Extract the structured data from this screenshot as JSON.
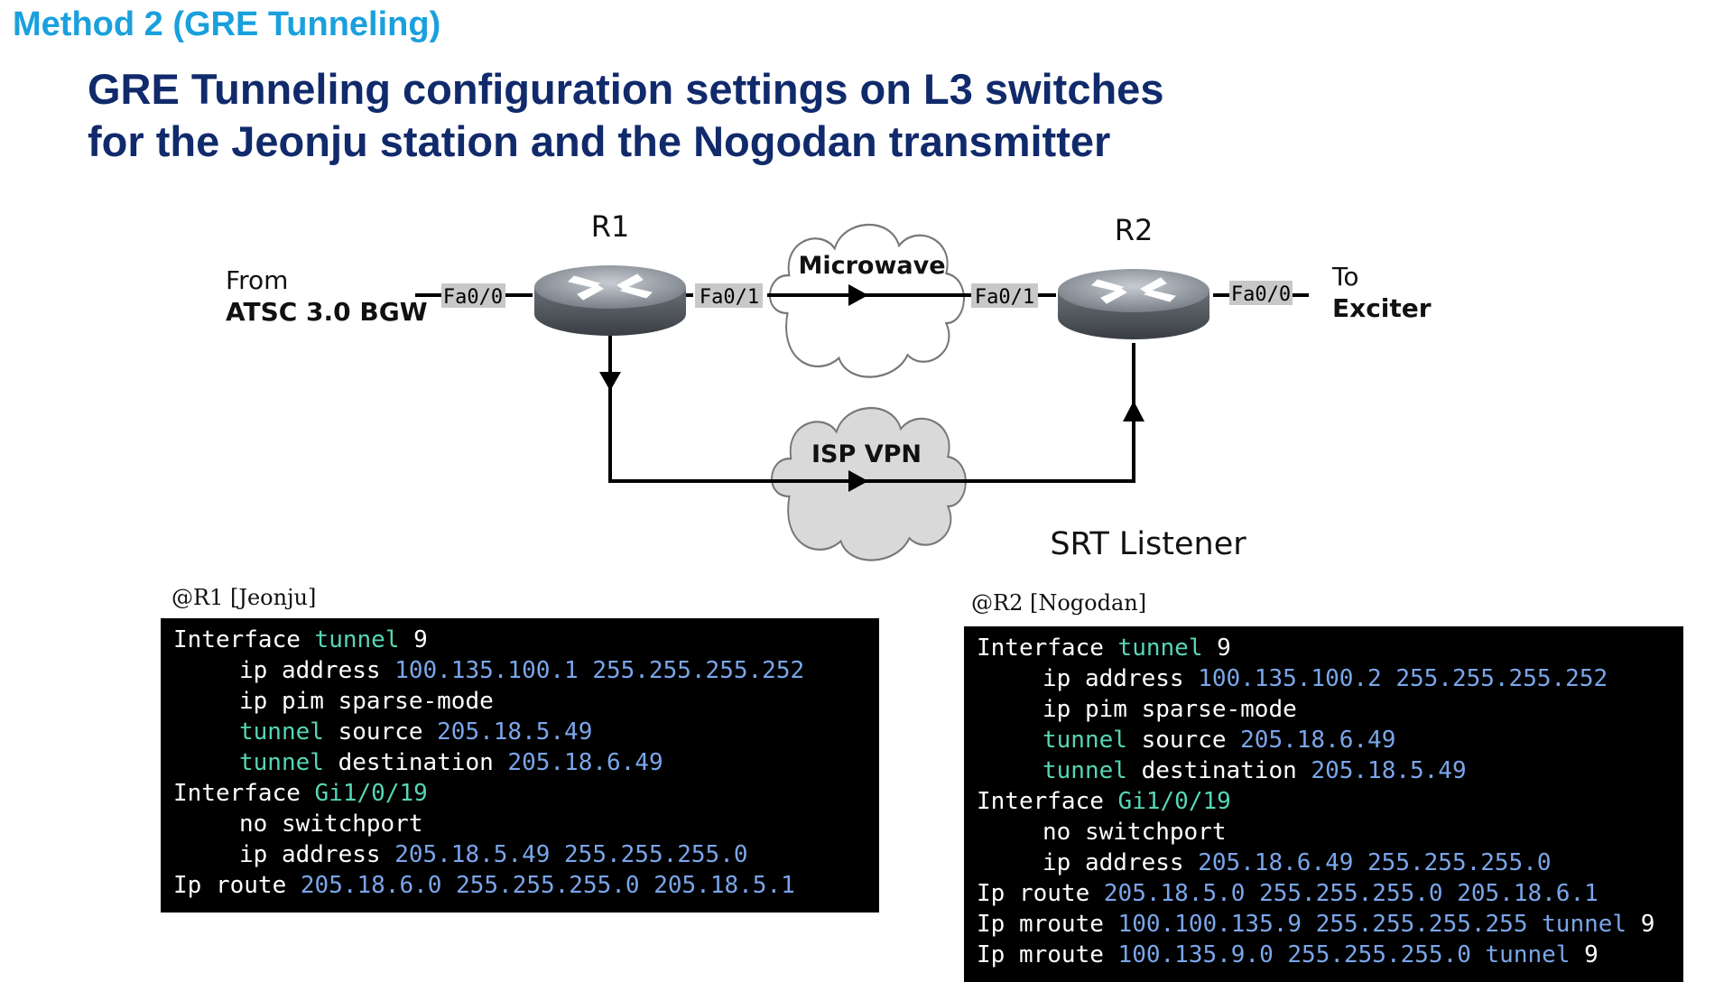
{
  "header": {
    "method": "Method 2 (GRE Tunneling)",
    "title_line1": "GRE Tunneling configuration settings on L3 switches",
    "title_line2": "for the Jeonju station and the Nogodan transmitter"
  },
  "diagram": {
    "from_label_1": "From",
    "from_label_2": "ATSC 3.0 BGW",
    "to_label_1": "To",
    "to_label_2": "Exciter",
    "r1_label": "R1",
    "r2_label": "R2",
    "r1_port_in": "Fa0/0",
    "r1_port_out": "Fa0/1",
    "r2_port_in": "Fa0/1",
    "r2_port_out": "Fa0/0",
    "microwave_label": "Microwave",
    "isp_vpn_label": "ISP VPN",
    "srt_listener_label": "SRT Listener"
  },
  "config_r1": {
    "label": "@R1 [Jeonju]",
    "lines": [
      {
        "indent": false,
        "parts": [
          {
            "t": "Interface ",
            "c": "w"
          },
          {
            "t": "tunnel",
            "c": "k"
          },
          {
            "t": " 9",
            "c": "w"
          }
        ]
      },
      {
        "indent": true,
        "parts": [
          {
            "t": "ip address ",
            "c": "w"
          },
          {
            "t": "100.135.100.1 255.255.255.252",
            "c": "n"
          }
        ]
      },
      {
        "indent": true,
        "parts": [
          {
            "t": "ip pim sparse-mode",
            "c": "w"
          }
        ]
      },
      {
        "indent": true,
        "parts": [
          {
            "t": "tunnel",
            "c": "k"
          },
          {
            "t": " source ",
            "c": "w"
          },
          {
            "t": "205.18.5.49",
            "c": "n"
          }
        ]
      },
      {
        "indent": true,
        "parts": [
          {
            "t": "tunnel",
            "c": "k"
          },
          {
            "t": " destination ",
            "c": "w"
          },
          {
            "t": "205.18.6.49",
            "c": "n"
          }
        ]
      },
      {
        "indent": false,
        "parts": [
          {
            "t": "Interface ",
            "c": "w"
          },
          {
            "t": "Gi1/0/19",
            "c": "k"
          }
        ]
      },
      {
        "indent": true,
        "parts": [
          {
            "t": "no switchport",
            "c": "w"
          }
        ]
      },
      {
        "indent": true,
        "parts": [
          {
            "t": "ip address ",
            "c": "w"
          },
          {
            "t": "205.18.5.49 255.255.255.0",
            "c": "n"
          }
        ]
      },
      {
        "indent": false,
        "parts": [
          {
            "t": "Ip route ",
            "c": "w"
          },
          {
            "t": "205.18.6.0 255.255.255.0 205.18.5.1",
            "c": "n"
          }
        ]
      }
    ]
  },
  "config_r2": {
    "label": "@R2 [Nogodan]",
    "lines": [
      {
        "indent": false,
        "parts": [
          {
            "t": "Interface ",
            "c": "w"
          },
          {
            "t": "tunnel",
            "c": "k"
          },
          {
            "t": " 9",
            "c": "w"
          }
        ]
      },
      {
        "indent": true,
        "parts": [
          {
            "t": "ip address ",
            "c": "w"
          },
          {
            "t": "100.135.100.2 255.255.255.252",
            "c": "n"
          }
        ]
      },
      {
        "indent": true,
        "parts": [
          {
            "t": "ip pim sparse-mode",
            "c": "w"
          }
        ]
      },
      {
        "indent": true,
        "parts": [
          {
            "t": "tunnel",
            "c": "k"
          },
          {
            "t": " source ",
            "c": "w"
          },
          {
            "t": "205.18.6.49",
            "c": "n"
          }
        ]
      },
      {
        "indent": true,
        "parts": [
          {
            "t": "tunnel",
            "c": "k"
          },
          {
            "t": " destination ",
            "c": "w"
          },
          {
            "t": "205.18.5.49",
            "c": "n"
          }
        ]
      },
      {
        "indent": false,
        "parts": [
          {
            "t": "Interface ",
            "c": "w"
          },
          {
            "t": "Gi1/0/19",
            "c": "k"
          }
        ]
      },
      {
        "indent": true,
        "parts": [
          {
            "t": "no switchport",
            "c": "w"
          }
        ]
      },
      {
        "indent": true,
        "parts": [
          {
            "t": "ip address ",
            "c": "w"
          },
          {
            "t": "205.18.6.49 255.255.255.0",
            "c": "n"
          }
        ]
      },
      {
        "indent": false,
        "parts": [
          {
            "t": "Ip route ",
            "c": "w"
          },
          {
            "t": "205.18.5.0 255.255.255.0 205.18.6.1",
            "c": "n"
          }
        ]
      },
      {
        "indent": false,
        "parts": [
          {
            "t": "Ip mroute ",
            "c": "w"
          },
          {
            "t": "100.100.135.9 255.255.255.255 tunnel",
            "c": "n"
          },
          {
            "t": " 9",
            "c": "w"
          }
        ]
      },
      {
        "indent": false,
        "parts": [
          {
            "t": "Ip mroute ",
            "c": "w"
          },
          {
            "t": "100.135.9.0 255.255.255.0 tunnel",
            "c": "n"
          },
          {
            "t": " 9",
            "c": "w"
          }
        ]
      }
    ]
  },
  "colors": {
    "method": "#1aa0dc",
    "title": "#102a6b",
    "keyword": "#57d6b4",
    "number": "#7aa6ea",
    "cloud_fill": "#d9d9d9",
    "port_fill": "#c8c8c8"
  }
}
